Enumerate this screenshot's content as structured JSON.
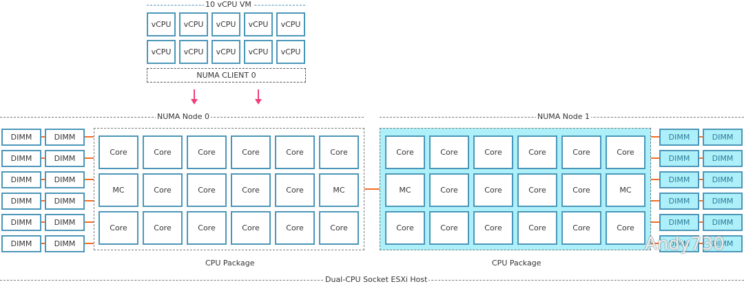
{
  "vm": {
    "title": "10 vCPU VM",
    "vcpus": [
      "vCPU",
      "vCPU",
      "vCPU",
      "vCPU",
      "vCPU",
      "vCPU",
      "vCPU",
      "vCPU",
      "vCPU",
      "vCPU"
    ],
    "numa_client": "NUMA CLIENT 0"
  },
  "nodes": [
    {
      "label": "NUMA Node 0",
      "package_label": "CPU Package",
      "grid": [
        [
          "Core",
          "Core",
          "Core",
          "Core",
          "Core",
          "Core"
        ],
        [
          "MC",
          "Core",
          "Core",
          "Core",
          "Core",
          "MC"
        ],
        [
          "Core",
          "Core",
          "Core",
          "Core",
          "Core",
          "Core"
        ]
      ],
      "dimm_label": "DIMM",
      "dimm_rows": 6,
      "highlighted": false
    },
    {
      "label": "NUMA Node 1",
      "package_label": "CPU Package",
      "grid": [
        [
          "Core",
          "Core",
          "Core",
          "Core",
          "Core",
          "Core"
        ],
        [
          "MC",
          "Core",
          "Core",
          "Core",
          "Core",
          "MC"
        ],
        [
          "Core",
          "Core",
          "Core",
          "Core",
          "Core",
          "Core"
        ]
      ],
      "dimm_label": "DIMM",
      "dimm_rows": 6,
      "highlighted": true
    }
  ],
  "host_label": "Dual-CPU Socket ESXi Host",
  "watermark": "Andy730",
  "colors": {
    "border": "#4a96b8",
    "highlight": "#aef0fa",
    "interconnect": "#f26b21",
    "arrow": "#ef3f7b"
  }
}
